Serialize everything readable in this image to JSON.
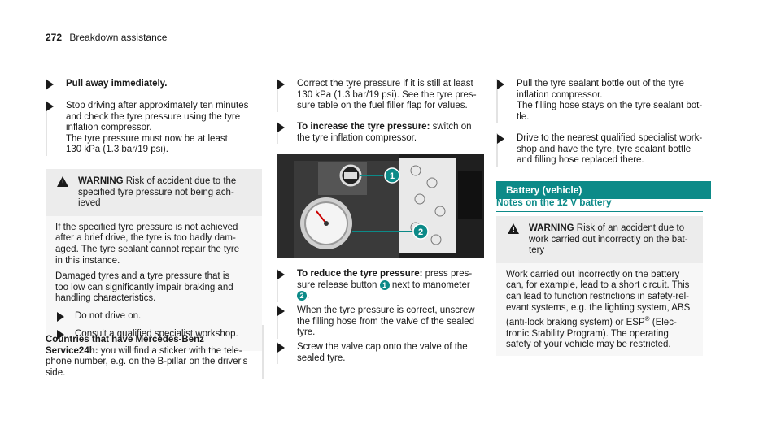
{
  "header": {
    "page_number": "272",
    "section": "Breakdown assistance"
  },
  "col1": {
    "step1": "Pull away immediately.",
    "step2_lines": [
      "Stop driving after approximately ten minutes",
      "and check the tyre pressure using the tyre",
      "inflation compressor.",
      "The tyre pressure must now be at least",
      "130 kPa (1.3 bar/19 psi)."
    ],
    "warning": {
      "label": "WARNING",
      "head_lines": [
        "Risk of accident due to the",
        "specified tyre pressure not being ach-",
        "ieved"
      ],
      "body1_lines": [
        "If the specified tyre pressure is not achieved",
        "after a brief drive, the tyre is too badly dam-",
        "aged. The tyre sealant cannot repair the tyre",
        "in this instance."
      ],
      "body2_lines": [
        "Damaged tyres and a tyre pressure that is",
        "too low can significantly impair braking and",
        "handling characteristics."
      ],
      "sub1": "Do not drive on.",
      "sub2": "Consult a qualified specialist workshop."
    },
    "countries_bold1": "Countries that have Mercedes-Benz",
    "countries_bold2": "Service24h:",
    "countries_rest1": " you will find a sticker with the tele-",
    "countries_lines": [
      "phone number, e.g. on the B-pillar on the driver's",
      "side."
    ]
  },
  "col2": {
    "step1_lines": [
      "Correct the tyre pressure if it is still at least",
      "130 kPa (1.3 bar/19 psi). See the tyre pres-",
      "sure table on the fuel filler flap for values."
    ],
    "step2_bold": "To increase the tyre pressure:",
    "step2_rest": " switch on",
    "step2_line2": "the tyre inflation compressor.",
    "photo_callouts": [
      "1",
      "2"
    ],
    "step3_bold": "To reduce the tyre pressure:",
    "step3_rest": " press pres-",
    "step3_line2a": "sure release button ",
    "step3_callout1": "1",
    "step3_line2b": " next to manometer",
    "step3_callout2": "2",
    "step3_line3": ".",
    "step4_lines": [
      "When the tyre pressure is correct, unscrew",
      "the filling hose from the valve of the sealed",
      "tyre."
    ],
    "step5_lines": [
      "Screw the valve cap onto the valve of the",
      "sealed tyre."
    ]
  },
  "col3": {
    "step1_lines": [
      "Pull the tyre sealant bottle out of the tyre",
      "inflation compressor.",
      "The filling hose stays on the tyre sealant bot-",
      "tle."
    ],
    "step2_lines": [
      "Drive to the nearest qualified specialist work-",
      "shop and have the tyre, tyre sealant bottle",
      "and filling hose replaced there."
    ],
    "section_title": "Battery (vehicle)",
    "subhead": "Notes on the 12 V battery",
    "warning": {
      "label": "WARNING",
      "head_lines": [
        "Risk of an accident due to",
        "work carried out incorrectly on the bat-",
        "tery"
      ],
      "body_lines": [
        "Work carried out incorrectly on the battery",
        "can, for example, lead to a short circuit. This",
        "can lead to function restrictions in safety-rel-",
        "evant systems, e.g. the lighting system, ABS"
      ],
      "body_l5a": "(anti-lock braking system) or ESP",
      "body_sup": "®",
      "body_l5b": " (Elec-",
      "body_l6_7": [
        "tronic Stability Program). The operating",
        "safety of your vehicle may be restricted."
      ]
    }
  }
}
